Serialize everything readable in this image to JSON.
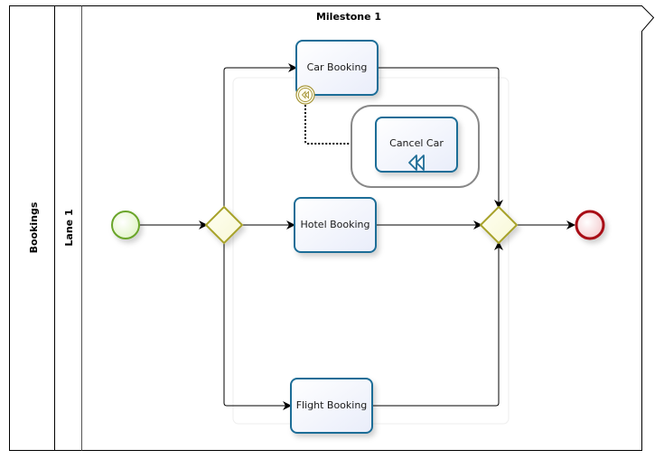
{
  "pool": {
    "label": "Bookings"
  },
  "lane": {
    "label": "Lane 1"
  },
  "milestone": {
    "label": "Milestone 1"
  },
  "events": {
    "start": {
      "type": "start-event",
      "color": "#6aa52a"
    },
    "end": {
      "type": "end-event",
      "color": "#a80f14"
    },
    "boundary": {
      "type": "compensation-boundary-event",
      "color": "#a7963a"
    }
  },
  "gateways": {
    "split": {
      "type": "parallel-split-gateway",
      "color": "#a7a22a"
    },
    "join": {
      "type": "join-gateway",
      "color": "#a7a22a"
    }
  },
  "tasks": {
    "car": {
      "label": "Car Booking"
    },
    "hotel": {
      "label": "Hotel Booking"
    },
    "flight": {
      "label": "Flight Booking"
    },
    "cancel": {
      "label": "Cancel Car",
      "marker": "compensation-icon"
    }
  },
  "colors": {
    "task_border": "#1f6d97",
    "task_fill": "#f1f4fc",
    "line": "#000000"
  }
}
